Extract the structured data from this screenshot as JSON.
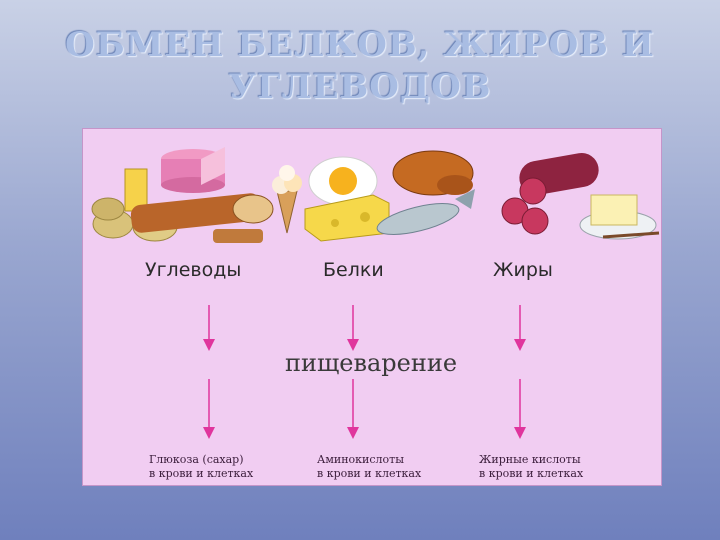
{
  "title": {
    "line1": "ОБМЕН БЕЛКОВ, ЖИРОВ И",
    "line2": "УГЛЕВОДОВ"
  },
  "categories": {
    "carbs": "Углеводы",
    "proteins": "Белки",
    "fats": "Жиры"
  },
  "process": "пищеварение",
  "results": {
    "carbs": [
      "Глюкоза (сахар)",
      "в крови и клетках"
    ],
    "proteins": [
      "Аминокислоты",
      "в крови и клетках"
    ],
    "fats": [
      "Жирные кислоты",
      "в крови и клетках"
    ]
  },
  "colors": {
    "panel": "#f1cdf2",
    "arrow": "#e0359d",
    "title": "#a9bde3"
  },
  "icons": [
    "bread-icon",
    "cake-icon",
    "potato-icon",
    "ice-cream-icon",
    "egg-icon",
    "cheese-icon",
    "chicken-icon",
    "fish-icon",
    "sausage-icon",
    "butter-icon"
  ]
}
